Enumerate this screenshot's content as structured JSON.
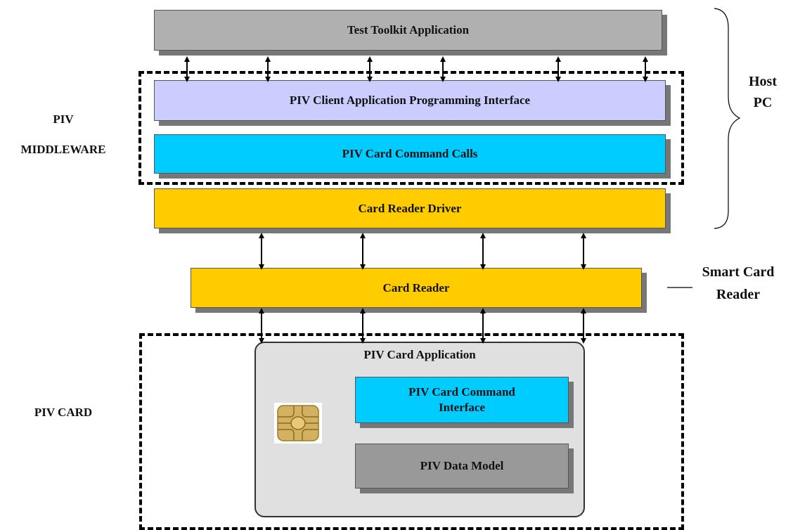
{
  "layers": {
    "test_toolkit": "Test Toolkit Application",
    "client_api": "PIV Client Application Programming Interface",
    "command_calls": "PIV Card Command Calls",
    "reader_driver": "Card Reader Driver",
    "card_reader": "Card Reader",
    "card_application": "PIV Card Application",
    "command_interface": "PIV Card Command Interface",
    "data_model": "PIV Data Model"
  },
  "side_labels": {
    "middleware_line1": "PIV",
    "middleware_line2": "MIDDLEWARE",
    "host_line1": "Host",
    "host_line2": "PC",
    "reader_line1": "Smart Card",
    "reader_line2": "Reader",
    "piv_card": "PIV CARD"
  },
  "colors": {
    "test_toolkit": "#b0b0b0",
    "client_api": "#ccccff",
    "command_calls": "#00ccff",
    "reader": "#ffcc00",
    "card_body": "#e0e0e0",
    "data_model": "#999999",
    "chip": "#d4b160"
  }
}
